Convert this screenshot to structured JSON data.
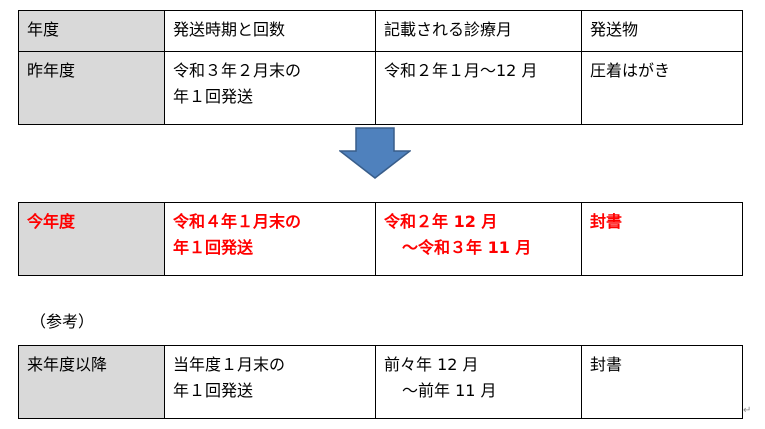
{
  "table1": {
    "headers": [
      "年度",
      "発送時期と回数",
      "記載される診療月",
      "発送物"
    ],
    "row": {
      "year": "昨年度",
      "timing_line1": "令和３年２月末の",
      "timing_line2": "年１回発送",
      "months": "令和２年１月～12 月",
      "item": "圧着はがき"
    }
  },
  "table2": {
    "year": "今年度",
    "timing_line1": "令和４年１月末の",
    "timing_line2": "年１回発送",
    "months_line1": "令和２年 12 月",
    "months_line2": "～令和３年 11 月",
    "item": "封書"
  },
  "reference_label": "（参考）",
  "table3": {
    "year": "来年度以降",
    "timing_line1": "当年度１月末の",
    "timing_line2": "年１回発送",
    "months_line1": "前々年 12 月",
    "months_line2": "～前年 11 月",
    "item": "封書"
  },
  "colors": {
    "highlight": "#ff0000",
    "shade": "#d9d9d9",
    "arrow_fill": "#4f81bd",
    "arrow_stroke": "#385d8a"
  },
  "icons": [
    "down-arrow-icon",
    "paragraph-mark-icon"
  ]
}
